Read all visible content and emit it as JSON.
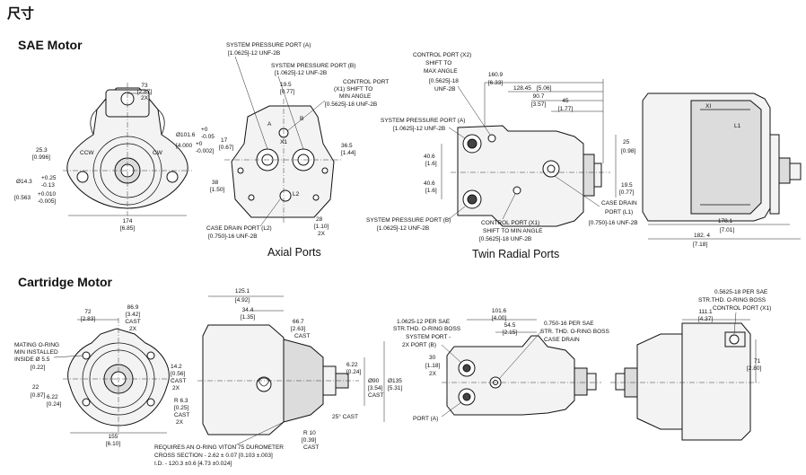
{
  "page_title": "尺寸",
  "sections": {
    "sae": "SAE Motor",
    "cartridge": "Cartridge Motor"
  },
  "captions": {
    "axial": "Axial Ports",
    "twin": "Twin Radial Ports"
  },
  "sae_front": {
    "dim_73": "73",
    "dim_73_in": "[2.87]",
    "dim_73_x": "2X",
    "dia_101": "Ø101.6",
    "dia_101_in": "[4.000",
    "tol_101_a": "+0",
    "tol_101_b": "-0.05",
    "tol_101_c": "+0",
    "tol_101_d": "-0.002]",
    "dim_25": "25.3",
    "dim_25_in": "[0.996]",
    "dia_14": "Ø14.3",
    "tol_14_a": "+0.25",
    "tol_14_b": "-0.13",
    "dia_14_in": "[0.563",
    "tol_14_c": "+0.010",
    "tol_14_d": "-0.005]",
    "dim_174": "174",
    "dim_174_in": "[6.85]",
    "ccw": "CCW",
    "cw": "CW"
  },
  "axial": {
    "sys_a": "SYSTEM PRESSURE PORT (A)",
    "sys_a_thread": "[1.0625]-12 UNF-2B",
    "sys_b": "SYSTEM PRESSURE PORT (B)",
    "sys_b_thread": "[1.0625]-12 UNF-2B",
    "dim_19": "19.5",
    "dim_19_in": "[0.77]",
    "ctrl": "CONTROL PORT",
    "ctrl_2": "(X1)  SHIFT  TO",
    "ctrl_3": "MIN ANGLE",
    "ctrl_thread": "[0.5625]-18 UNF-2B",
    "dim_17": "17",
    "dim_17_in": "[0.67]",
    "dim_36": "36.5",
    "dim_36_in": "[1.44]",
    "dim_38": "38",
    "dim_38_in": "[1.50]",
    "drain": "CASE DRAIN PORT (L2)",
    "drain_thread": "[0.750]-16 UNF-2B",
    "dim_28": "28",
    "dim_28_in": "[1.10]",
    "dim_28_x": "2X",
    "mark_a": "A",
    "mark_b": "B",
    "mark_x1": "X1",
    "mark_l2": "L2"
  },
  "twin": {
    "ctrl_x2": "CONTROL PORT (X2)",
    "ctrl_x2_2": "SHIFT   TO",
    "ctrl_x2_3": "MAX ANGLE",
    "ctrl_x2_thread": "[0.5625]-18",
    "ctrl_x2_thread2": "UNF-2B",
    "dim_160": "160.9",
    "dim_160_in": "[6.33]",
    "dim_128": "128.45",
    "dim_128_in": "[5.06]",
    "dim_90": "90.7",
    "dim_90_in": "[3.57]",
    "dim_45": "45",
    "dim_45_in": "[1.77]",
    "sys_a": "SYSTEM PRESSURE PORT (A)",
    "sys_a_thread": "[1.0625]-12 UNF-2B",
    "dim_40a": "40.6",
    "dim_40a_in": "[1.6]",
    "dim_40b": "40.6",
    "dim_40b_in": "[1.6]",
    "dim_25": "25",
    "dim_25_in": "[0.98]",
    "dim_19": "19.5",
    "dim_19_in": "[0.77]",
    "drain": "CASE DRAIN",
    "drain_2": "PORT (L1)",
    "drain_thread": "[0.750]-16 UNF-2B",
    "sys_b": "SYSTEM PRESSURE PORT (B)",
    "sys_b_thread": "[1.0625]-12 UNF-2B",
    "ctrl_x1": "CONTROL PORT (X1)",
    "ctrl_x1_2": "SHIFT  TO MIN ANGLE",
    "ctrl_x1_thread": "[0.5625]-18 UNF-2B"
  },
  "side": {
    "dim_178": "178.1",
    "dim_178_in": "[7.01]",
    "dim_182": "182. 4",
    "dim_182_in": "[7.18]",
    "mark_x1": "XI",
    "mark_l1": "L1"
  },
  "cart_front": {
    "dim_72": "72",
    "dim_72_in": "[2.83]",
    "dim_86": "86.9",
    "dim_86_in": "[3.42]",
    "dim_86_cast": "CAST",
    "dim_86_x": "2X",
    "mating": "MATING O-RING",
    "mating_2": "MIN INSTALLED",
    "mating_3": "INSIDE Ø 5.5",
    "mating_in": "[0.22]",
    "dim_14": "14.2",
    "dim_14_in": "[0.56]",
    "dim_14_cast": "CAST",
    "dim_14_x": "2X",
    "dim_22": "22",
    "dim_22_in": "[0.87]",
    "dim_6a": "6.22",
    "dim_6a_in": "[0.24]",
    "dim_r6": "R 6.3",
    "dim_r6_in": "[0.25]",
    "dim_r6_cast": "CAST",
    "dim_r6_x": "2X",
    "dim_155": "155",
    "dim_155_in": "[6.10]"
  },
  "cart_side": {
    "dim_125": "125.1",
    "dim_125_in": "[4.92]",
    "dim_34": "34.4",
    "dim_34_in": "[1.35]",
    "dim_66": "66.7",
    "dim_66_in": "[2.63]",
    "dim_66_cast": "CAST",
    "dim_6b": "6.22",
    "dim_6b_in": "[0.24]",
    "dia_90": "Ø90",
    "dia_90_in": "[3.54]",
    "dia_90_cast": "CAST",
    "dia_135": "Ø135",
    "dia_135_in": "[5.31]",
    "ang_25": "25° CAST",
    "dim_r10": "R 10",
    "dim_r10_in": "[0.39]",
    "dim_r10_cast": "CAST",
    "oring_note": "REQUIRES AN O-RING VITON 75 DUROMETER",
    "oring_note_2": "CROSS SECTION - 2.62 ± 0.07 [0.103 ±.003]",
    "oring_note_3": "I.D. - 120.3 ±0.6 [4.73 ±0.024]"
  },
  "cart_ports": {
    "sys_b": "1.0625-12 PER SAE",
    "sys_b_2": "STR.THD. O-RING BOSS",
    "sys_b_3": "SYSTEM PORT -",
    "sys_b_4": "2X PORT (B)",
    "dim_101": "101.6",
    "dim_101_in": "[4.00]",
    "dim_54": "54.5",
    "dim_54_in": "[2.15]",
    "drain": "0.750-16 PER SAE",
    "drain_2": "STR. THD. O-RING BOSS",
    "drain_3": "CASE DRAIN",
    "dim_30": "30",
    "dim_30_in": "[1.18]",
    "dim_30_x": "2X",
    "port_a": "PORT (A)"
  },
  "cart_right": {
    "ctrl": "0.5625-18 PER SAE",
    "ctrl_2": "STR.THD. O-RING BOSS",
    "ctrl_3": "CONTROL PORT (X1)",
    "dim_111": "111.1",
    "dim_111_in": "[4.37]",
    "dim_71": "71",
    "dim_71_in": "[2.80]"
  }
}
